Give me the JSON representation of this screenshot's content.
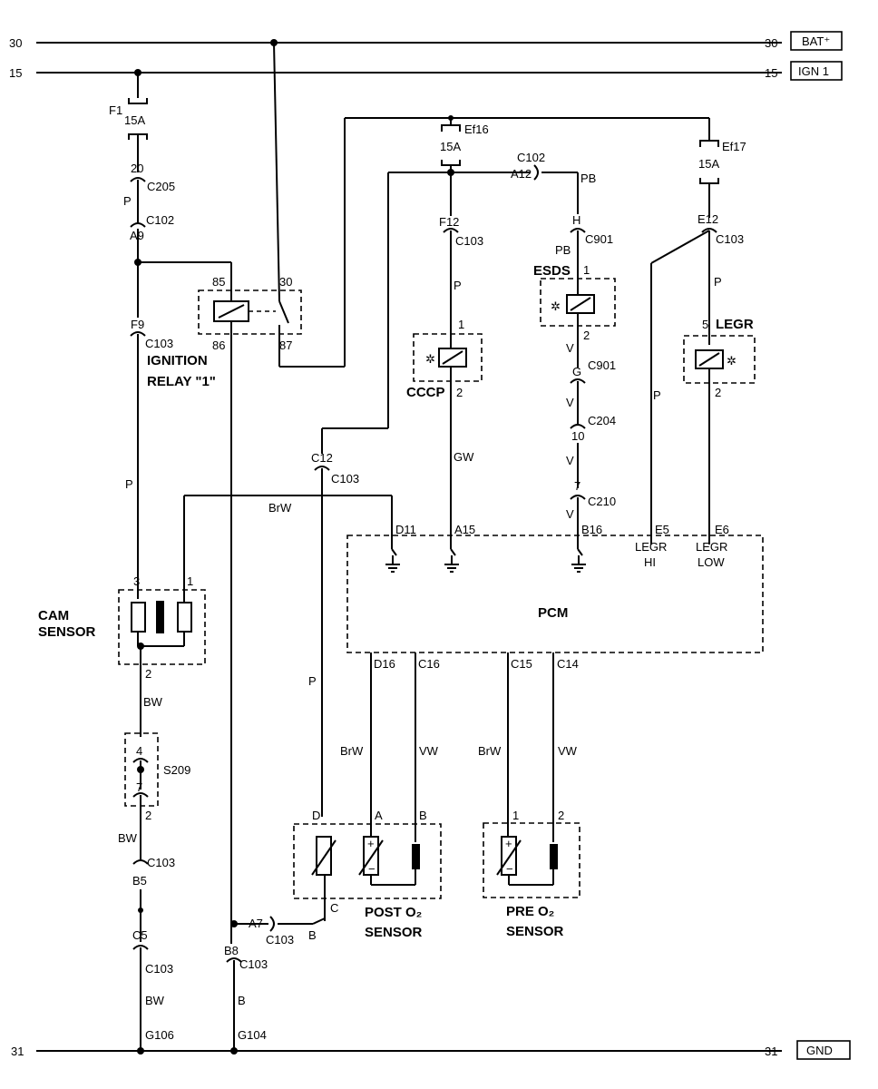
{
  "rails": {
    "bat_left": "30",
    "bat_right": "30",
    "bat_tag": "BAT⁺",
    "ign_left": "15",
    "ign_right": "15",
    "ign_tag": "IGN 1",
    "gnd_left": "31",
    "gnd_right": "31",
    "gnd_tag": "GND"
  },
  "fuses": {
    "f1_name": "F1",
    "f1_amp": "15A",
    "ef16_name": "Ef16",
    "ef16_amp": "15A",
    "ef17_name": "Ef17",
    "ef17_amp": "15A"
  },
  "connectors": {
    "c20": "20",
    "c205": "C205",
    "a9": "A9",
    "c102_a": "C102",
    "f9": "F9",
    "c103_f9": "C103",
    "c12": "C12",
    "c103_c12": "C103",
    "f12": "F12",
    "c103_f12": "C103",
    "a12": "A12",
    "c102_b": "C102",
    "h": "H",
    "c901_h": "C901",
    "g": "G",
    "c901_g": "C901",
    "n10": "10",
    "c204": "C204",
    "n7": "7",
    "c210": "C210",
    "e12": "E12",
    "c103_e12": "C103",
    "s4": "4",
    "s7": "7",
    "s209": "S209",
    "b5": "B5",
    "c103_b5": "C103",
    "c5": "C5",
    "c103_c5": "C103",
    "b8": "B8",
    "c103_b8": "C103",
    "a7": "A7",
    "c103_a7": "C103"
  },
  "wires": {
    "p1": "P",
    "p2": "P",
    "p_f12": "P",
    "p_e12": "P",
    "p_c12": "P",
    "p_legr": "P",
    "pb1": "PB",
    "pb2": "PB",
    "brw_top": "BrW",
    "brw_d16": "BrW",
    "brw_c15": "BrW",
    "gw": "GW",
    "v1": "V",
    "v2": "V",
    "v3": "V",
    "v4": "V",
    "bw1": "BW",
    "bw2": "BW",
    "bw3": "BW",
    "vw_c16": "VW",
    "vw_c14": "VW",
    "b1": "B",
    "b2": "B"
  },
  "components": {
    "relay_label_1": "IGNITION",
    "relay_label_2": "RELAY \"1\"",
    "relay_85": "85",
    "relay_86": "86",
    "relay_30": "30",
    "relay_87": "87",
    "cccp_label": "CCCP",
    "cccp_pin1": "1",
    "cccp_pin2": "2",
    "esds_label": "ESDS",
    "esds_pin1": "1",
    "esds_pin2": "2",
    "legr_label": "LEGR",
    "legr_pin5": "5",
    "legr_pin2": "2",
    "cam_label_1": "CAM",
    "cam_label_2": "SENSOR",
    "cam_pin3": "3",
    "cam_pin1": "1",
    "cam_pin2": "2",
    "splice_pin2": "2",
    "post_label_1": "POST O₂",
    "post_label_2": "SENSOR",
    "post_d": "D",
    "post_a": "A",
    "post_b": "B",
    "post_c": "C",
    "pre_label_1": "PRE O₂",
    "pre_label_2": "SENSOR",
    "pre_1": "1",
    "pre_2": "2"
  },
  "pcm": {
    "label": "PCM",
    "d11": "D11",
    "a15": "A15",
    "b16": "B16",
    "e5": "E5",
    "e5_l1": "LEGR",
    "e5_l2": "HI",
    "e6": "E6",
    "e6_l1": "LEGR",
    "e6_l2": "LOW",
    "d16": "D16",
    "c16": "C16",
    "c15": "C15",
    "c14": "C14"
  },
  "grounds": {
    "g106": "G106",
    "g104": "G104"
  }
}
